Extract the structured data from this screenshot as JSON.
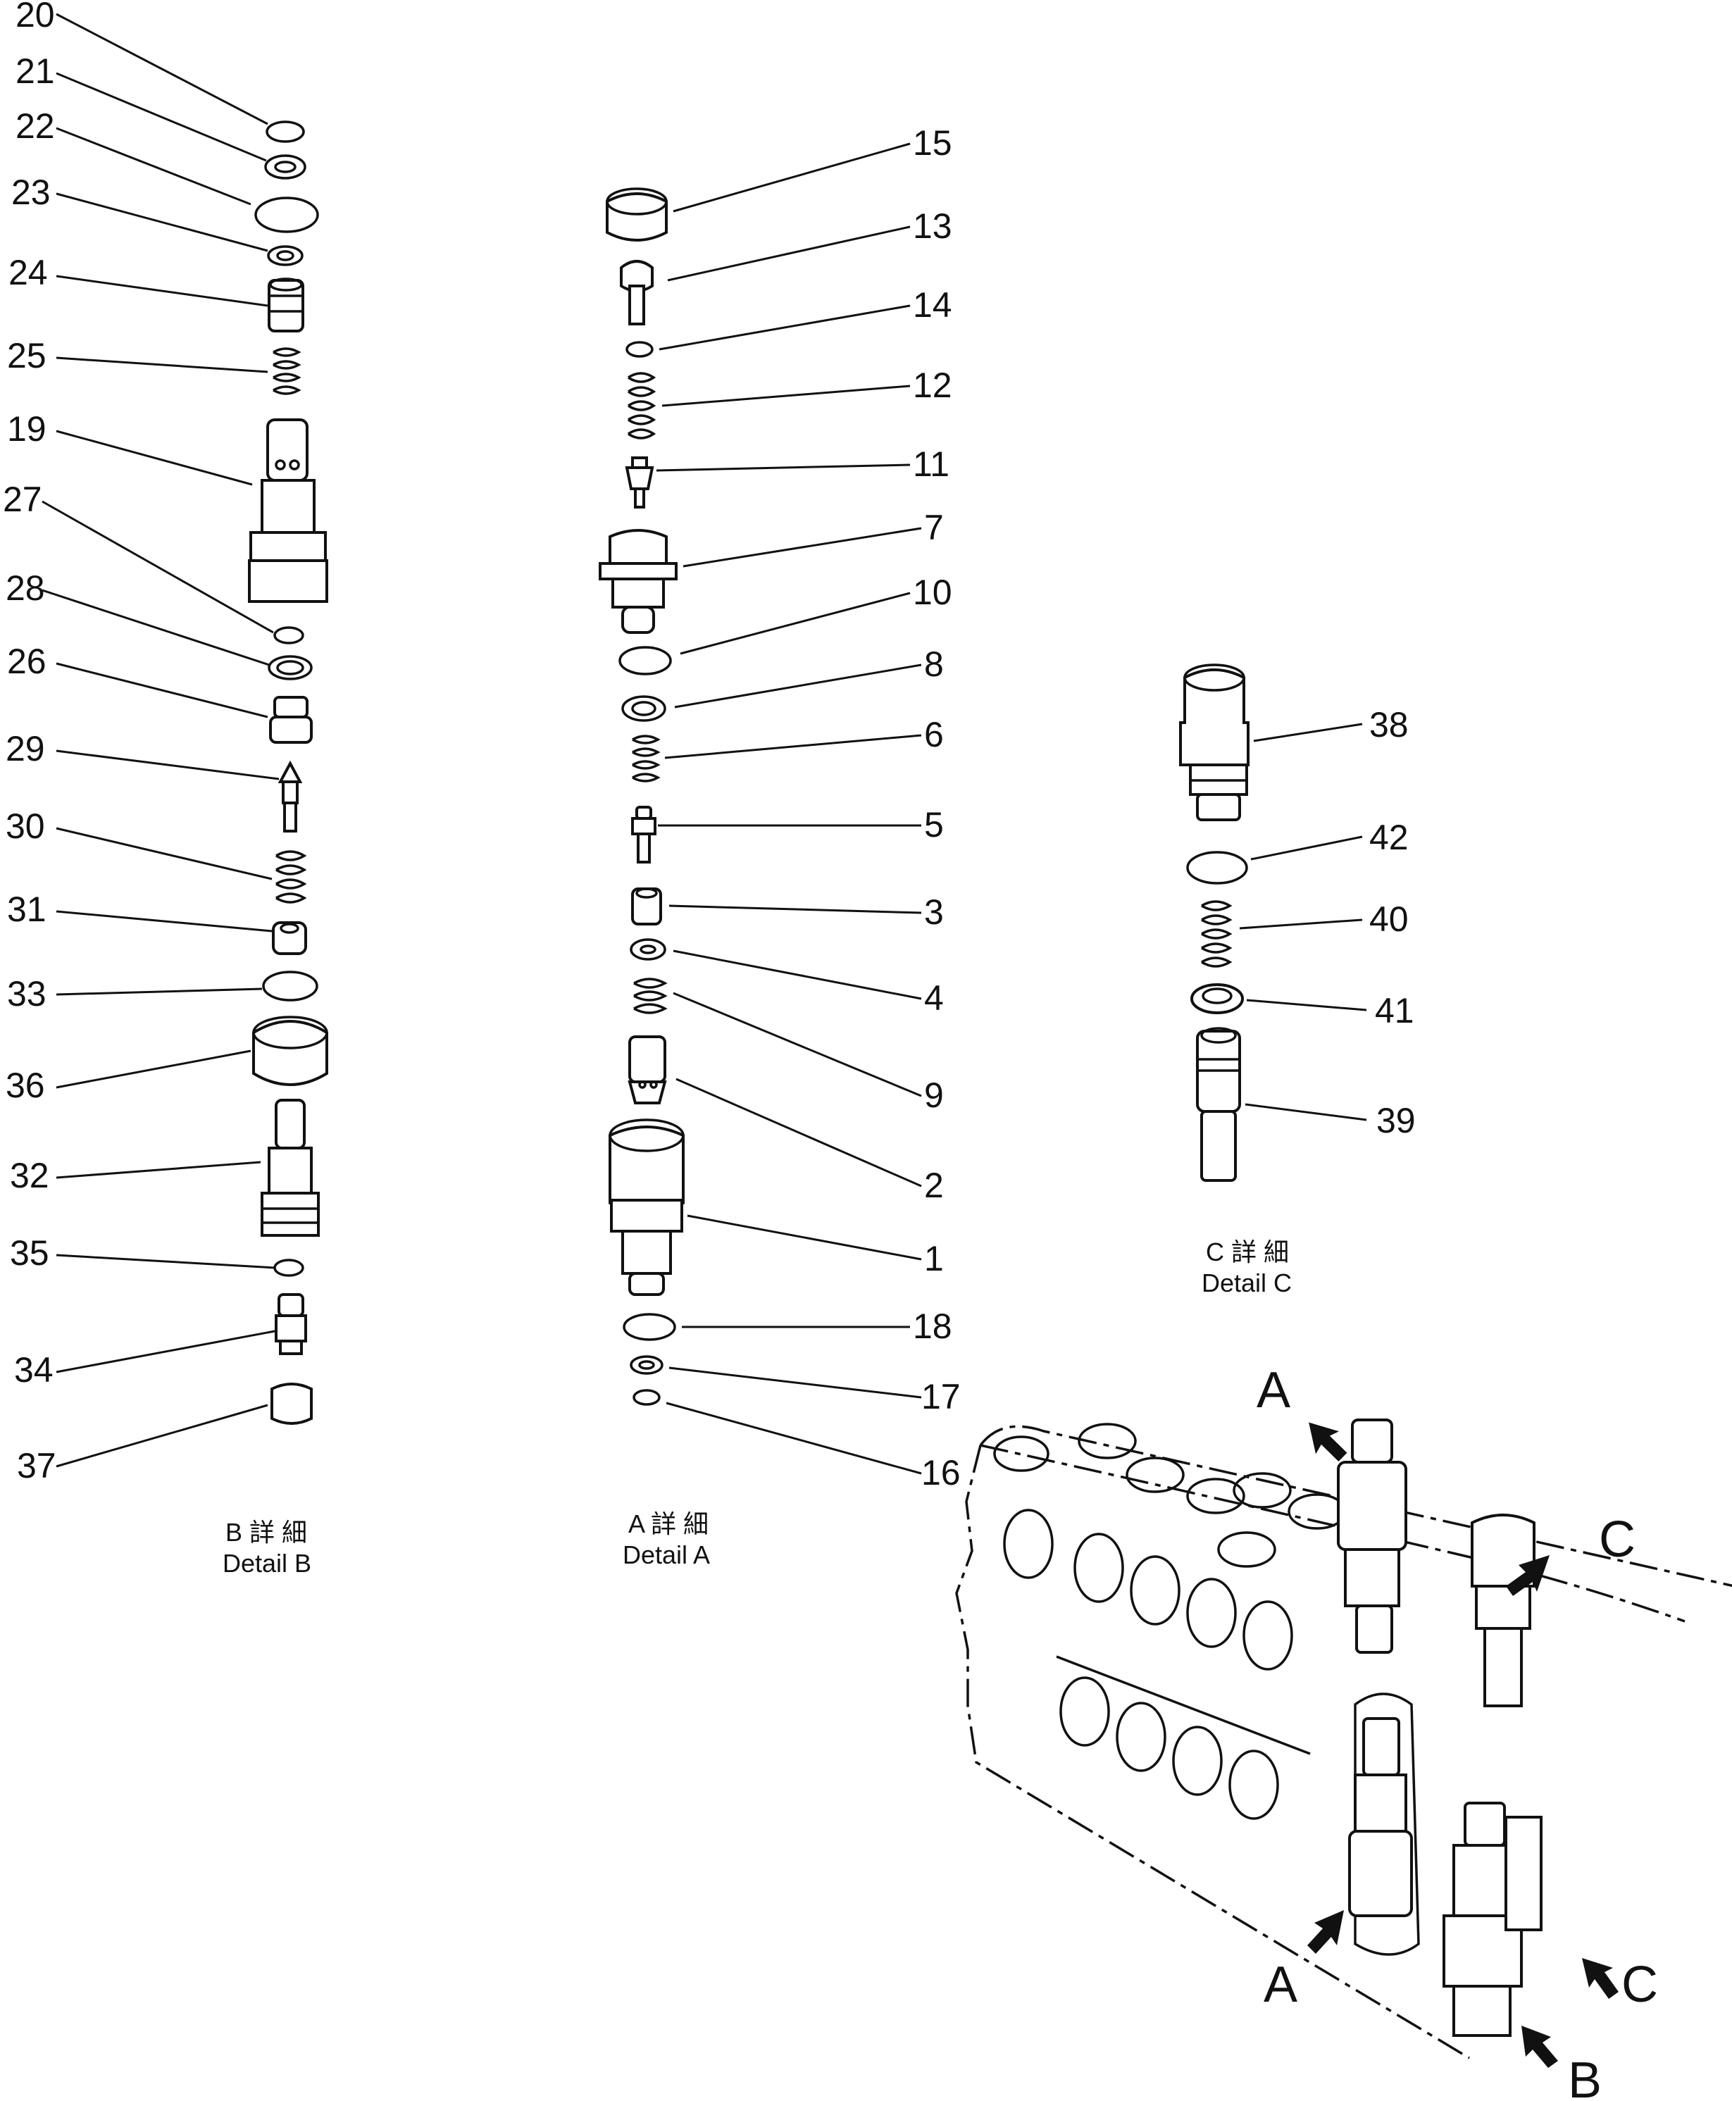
{
  "details": {
    "b": {
      "line1": "B 詳 細",
      "line2": "Detail B"
    },
    "a": {
      "line1": "A 詳 細",
      "line2": "Detail A"
    },
    "c": {
      "line1": "C 詳 細",
      "line2": "Detail C"
    }
  },
  "callouts": {
    "detail_b": [
      "20",
      "21",
      "22",
      "23",
      "24",
      "25",
      "19",
      "27",
      "28",
      "26",
      "29",
      "30",
      "31",
      "33",
      "36",
      "32",
      "35",
      "34",
      "37"
    ],
    "detail_a": [
      "15",
      "13",
      "14",
      "12",
      "11",
      "7",
      "10",
      "8",
      "6",
      "5",
      "3",
      "4",
      "9",
      "2",
      "1",
      "18",
      "17",
      "16"
    ],
    "detail_c": [
      "38",
      "42",
      "40",
      "41",
      "39"
    ]
  },
  "assembly_markers": {
    "a_top": "A",
    "c_top": "C",
    "a_bottom": "A",
    "c_bottom": "C",
    "b_bottom": "B"
  }
}
